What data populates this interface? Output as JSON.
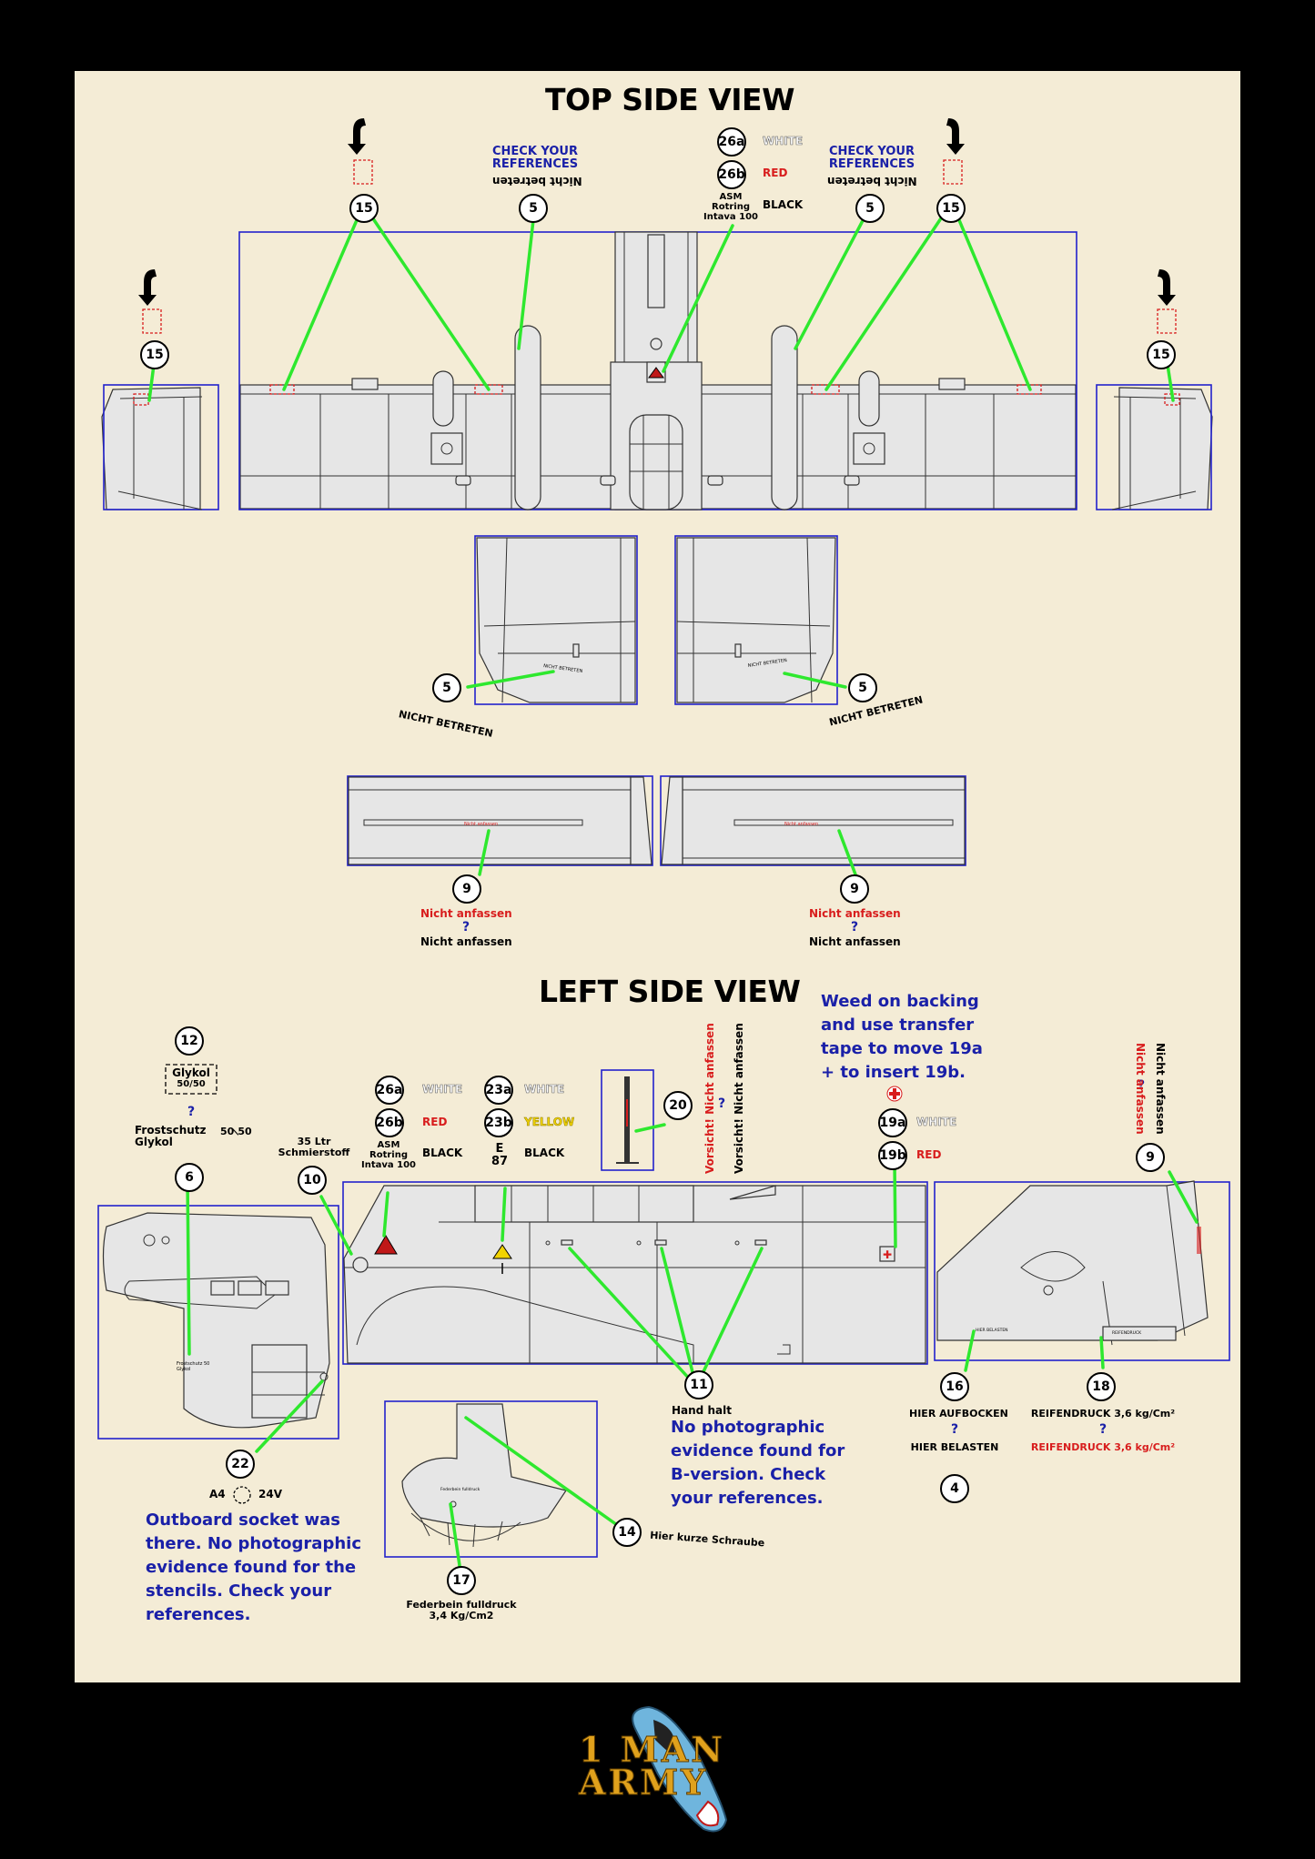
{
  "titles": {
    "top": "TOP SIDE VIEW",
    "left": "LEFT SIDE VIEW"
  },
  "callouts": {
    "c15": "15",
    "c5": "5",
    "c26a": "26a",
    "c26b": "26b",
    "c9": "9",
    "c12": "12",
    "c6": "6",
    "c10": "10",
    "c23a": "23a",
    "c23b": "23b",
    "c20": "20",
    "c19a": "19a",
    "c19b": "19b",
    "c11": "11",
    "c16": "16",
    "c18": "18",
    "c4": "4",
    "c22": "22",
    "c14": "14",
    "c17": "17"
  },
  "colors": {
    "white": "WHITE",
    "red": "RED",
    "black": "BLACK",
    "yellow": "YELLOW"
  },
  "text": {
    "check_refs": "CHECK YOUR REFERENCES",
    "nicht_betreten_cap": "Nicht betreten",
    "asm": "ASM",
    "rotring": "Rotring",
    "intava": "Intava 100",
    "nicht_betreten": "NICHT BETRETEN",
    "nicht_anfassen": "Nicht anfassen",
    "question": "?",
    "glykol_box1": "Glykol",
    "glykol_box2": "50/50",
    "frostschutz1": "Frostschutz",
    "frostschutz2": "Glykol",
    "ratio_top": "50",
    "ratio_bottom": "50",
    "ltr": "35 Ltr",
    "schmierstoff": "Schmierstoff",
    "e": "E",
    "e87": "87",
    "vorsicht": "Vorsicht! Nicht anfassen",
    "vorsicht2": "Vorsicht! Nicht anfassen",
    "hand_halt": "Hand halt",
    "hier_aufbocken": "HIER AUFBOCKEN",
    "hier_belasten": "HIER BELASTEN",
    "reifendruck": "REIFENDRUCK 3,6 kg/Cm²",
    "a4": "A4",
    "v24": "24V",
    "hier_kurze": "Hier kurze Schraube",
    "federbein1": "Federbein fulldruck",
    "federbein2": "3,4 Kg/Cm2"
  },
  "notes": {
    "weed": [
      "Weed on backing",
      "and use transfer",
      "tape to move 19a",
      "+ to insert 19b."
    ],
    "no_photo": [
      "No photographic",
      "evidence found for",
      "B-version. Check",
      "your references."
    ],
    "outboard": [
      "Outboard socket was",
      "there. No photographic",
      "evidence found for the",
      "stencils. Check your",
      "references."
    ]
  },
  "logo": {
    "line1": "1 MAN",
    "line2": "ARMY"
  }
}
